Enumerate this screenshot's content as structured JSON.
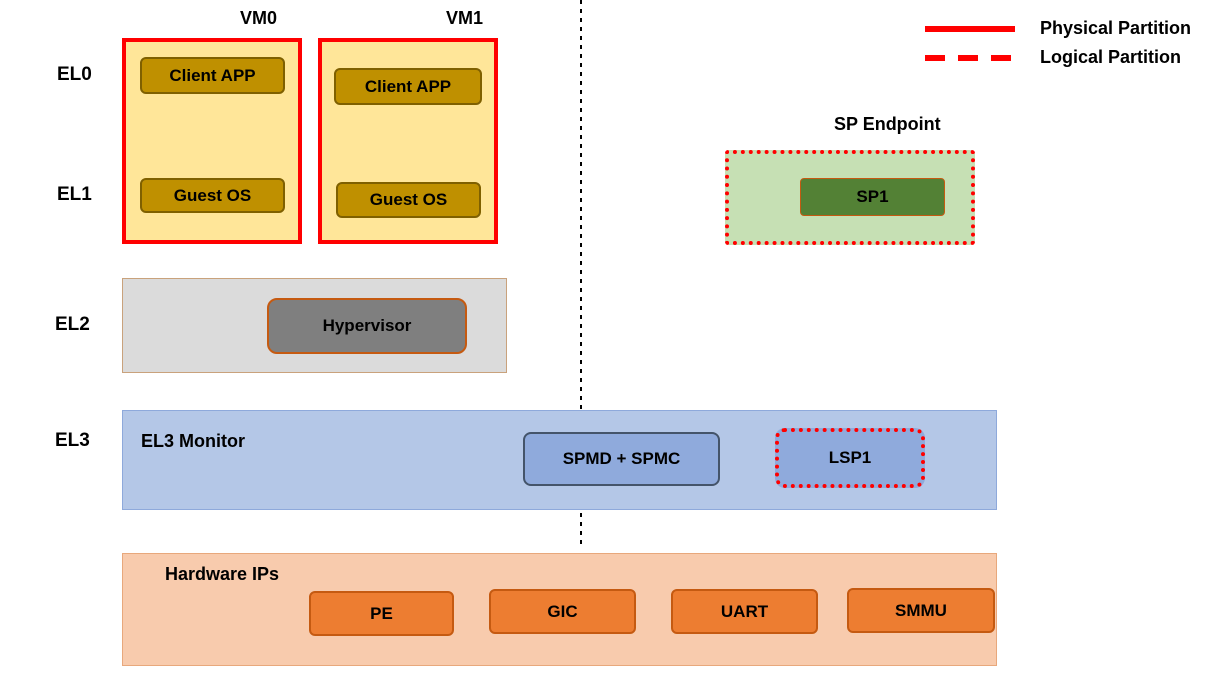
{
  "diagram": {
    "legend": {
      "physical_label": "Physical Partition",
      "logical_label": "Logical Partition"
    },
    "exception_levels": {
      "el0": "EL0",
      "el1": "EL1",
      "el2": "EL2",
      "el3": "EL3"
    },
    "vms": [
      {
        "title": "VM0",
        "client_app": "Client APP",
        "guest_os": "Guest OS"
      },
      {
        "title": "VM1",
        "client_app": "Client APP",
        "guest_os": "Guest OS"
      }
    ],
    "sp_endpoint": {
      "title": "SP Endpoint",
      "sp1": "SP1"
    },
    "el2_row": {
      "hypervisor": "Hypervisor"
    },
    "el3_row": {
      "title": "EL3 Monitor",
      "spmd_spmc": "SPMD + SPMC",
      "lsp1": "LSP1"
    },
    "hardware": {
      "title": "Hardware IPs",
      "ips": [
        "PE",
        "GIC",
        "UART",
        "SMMU"
      ]
    },
    "colors": {
      "partition_border": "#FF0000",
      "vm_fill": "#FFE699",
      "app_fill": "#BF9000",
      "sp_endpoint_fill": "#C6E0B4",
      "sp1_fill": "#538135",
      "el2_fill": "#DBDBDB",
      "hypervisor_fill": "#7F7F7F",
      "el3_fill": "#B4C7E7",
      "spmd_fill": "#8FAADC",
      "hardware_fill": "#F8CBAD",
      "ip_fill": "#ED7D31"
    }
  }
}
